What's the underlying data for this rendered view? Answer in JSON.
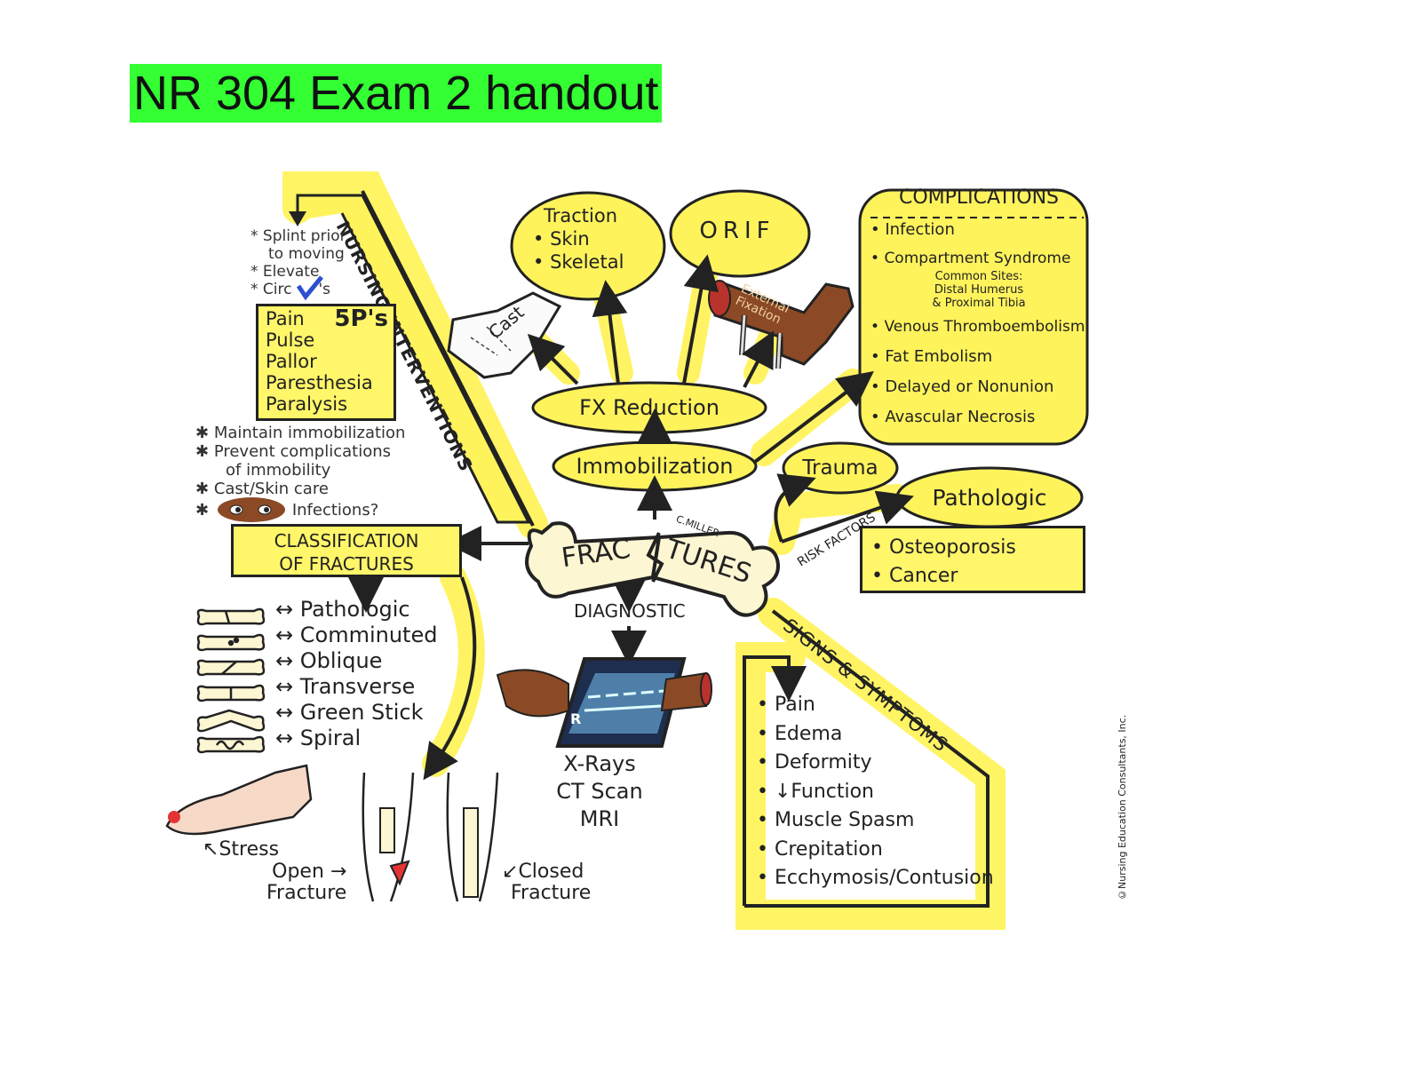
{
  "title": "NR 304 Exam 2 handout",
  "center": {
    "frac": "FRAC",
    "tures": "TURES",
    "signature": "C.MILLER"
  },
  "nursing_interventions": {
    "banner": "NURSING INTERVENTIONS",
    "pre_items": [
      "* Splint prior",
      "to moving",
      "* Elevate",
      "* Circ",
      "'s"
    ],
    "five_ps_label": "5P's",
    "five_ps": [
      "Pain",
      "Pulse",
      "Pallor",
      "Paresthesia",
      "Paralysis"
    ],
    "post_items": [
      "Maintain immobilization",
      "Prevent complications",
      "of immobility",
      "Cast/Skin care",
      "Infections?"
    ]
  },
  "treatment": {
    "traction_title": "Traction",
    "traction_items": [
      "Skin",
      "Skeletal"
    ],
    "orif": "ORIF",
    "cast": "Cast",
    "external_fixation": [
      "External",
      "Fixation"
    ],
    "fx_reduction": "FX Reduction",
    "immobilization": "Immobilization"
  },
  "complications": {
    "title": "COMPLICATIONS",
    "items": [
      "Infection",
      "Compartment Syndrome",
      "Venous Thromboembolism",
      "Fat Embolism",
      "Delayed or Nonunion",
      "Avascular Necrosis"
    ],
    "sites": [
      "Common Sites:",
      "Distal Humerus",
      "& Proximal Tibia"
    ]
  },
  "risk_factors": {
    "label": "RISK FACTORS",
    "trauma": "Trauma",
    "pathologic": "Pathologic",
    "items": [
      "Osteoporosis",
      "Cancer"
    ]
  },
  "classification": {
    "title": [
      "CLASSIFICATION",
      "OF FRACTURES"
    ],
    "types": [
      "Pathologic",
      "Comminuted",
      "Oblique",
      "Transverse",
      "Green Stick",
      "Spiral"
    ],
    "stress": "Stress",
    "open": [
      "Open",
      "Fracture"
    ],
    "closed": [
      "Closed",
      "Fracture"
    ]
  },
  "diagnostic": {
    "label": "DIAGNOSTIC",
    "film_letter": "R",
    "items": [
      "X-Rays",
      "CT Scan",
      "MRI"
    ]
  },
  "signs": {
    "banner": "SIGNS & SYMPTOMS",
    "items": [
      "Pain",
      "Edema",
      "Deformity",
      "Function",
      "Muscle Spasm",
      "Crepitation",
      "Ecchymosis/Contusion"
    ]
  },
  "copyright": "©Nursing Education Consultants, Inc.",
  "colors": {
    "yellow": "#fff35c",
    "highlight": "#33ff33",
    "outline": "#222222",
    "bone": "#fdf6d2"
  }
}
